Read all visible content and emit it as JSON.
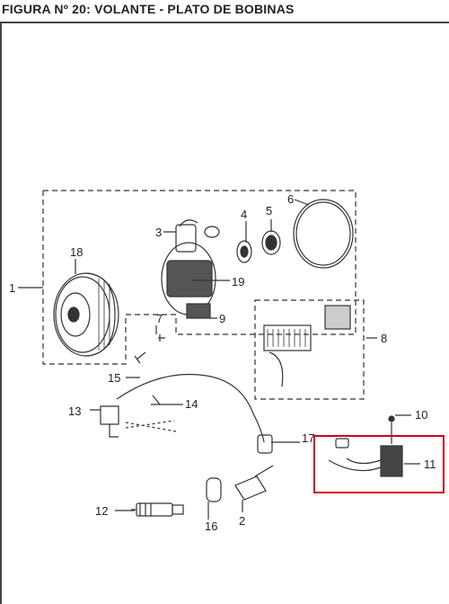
{
  "title": "FIGURA Nº 20: VOLANTE - PLATO DE BOBINAS",
  "callouts": {
    "c1": "1",
    "c2": "2",
    "c3": "3",
    "c4": "4",
    "c5": "5",
    "c6": "6",
    "c7": "7",
    "c8": "8",
    "c9": "9",
    "c10": "10",
    "c11": "11",
    "c12": "12",
    "c13": "13",
    "c14": "14",
    "c15": "15",
    "c16": "16",
    "c17": "17",
    "c18": "18",
    "c19": "19"
  },
  "colors": {
    "line": "#333333",
    "highlight": "#d0021b"
  }
}
